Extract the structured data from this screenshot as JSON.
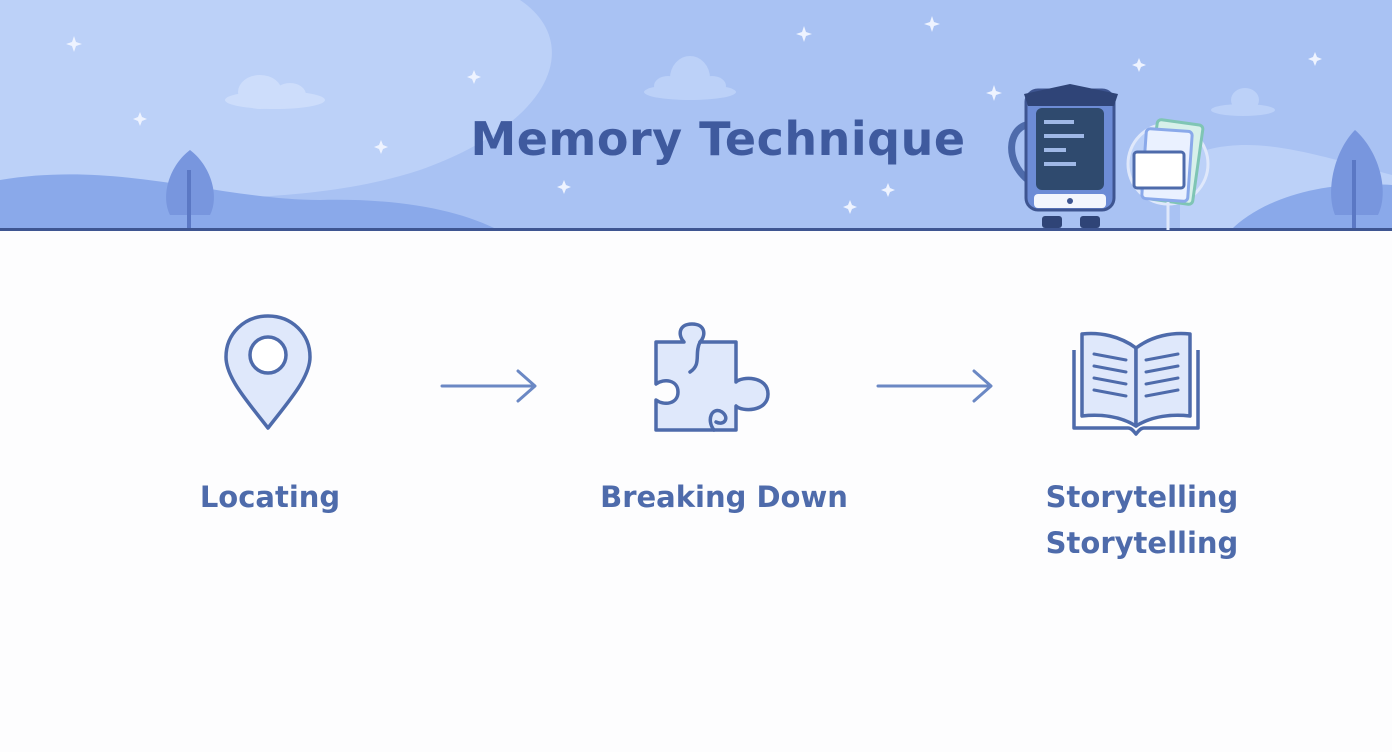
{
  "banner": {
    "title": "Memory Technique",
    "background_color": "#a9c2f3",
    "title_color": "#3f5a9e"
  },
  "steps": [
    {
      "label": "Locating",
      "icon": "map-pin-icon"
    },
    {
      "label": "Breaking Down",
      "icon": "puzzle-piece-icon"
    },
    {
      "label_line1": "Storytelling",
      "label_line2": "Storytelling",
      "icon": "open-book-icon"
    }
  ],
  "connectors": [
    "arrow-right-icon",
    "arrow-right-icon"
  ],
  "colors": {
    "icon_stroke": "#4e6bab",
    "icon_fill": "#dfe8fb",
    "label": "#4e6bab",
    "arrow": "#6b88c4"
  }
}
